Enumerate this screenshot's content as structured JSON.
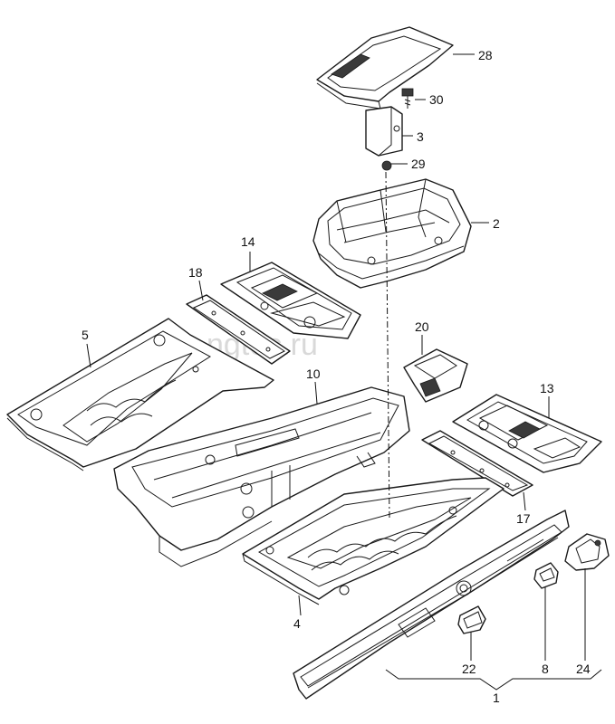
{
  "watermark": "ngtec.ru",
  "callouts": {
    "p28": "28",
    "p30": "30",
    "p3": "3",
    "p29": "29",
    "p2": "2",
    "p14": "14",
    "p18": "18",
    "p5": "5",
    "p10": "10",
    "p20": "20",
    "p13": "13",
    "p17": "17",
    "p4": "4",
    "p22": "22",
    "p8": "8",
    "p24": "24",
    "p1": "1"
  }
}
